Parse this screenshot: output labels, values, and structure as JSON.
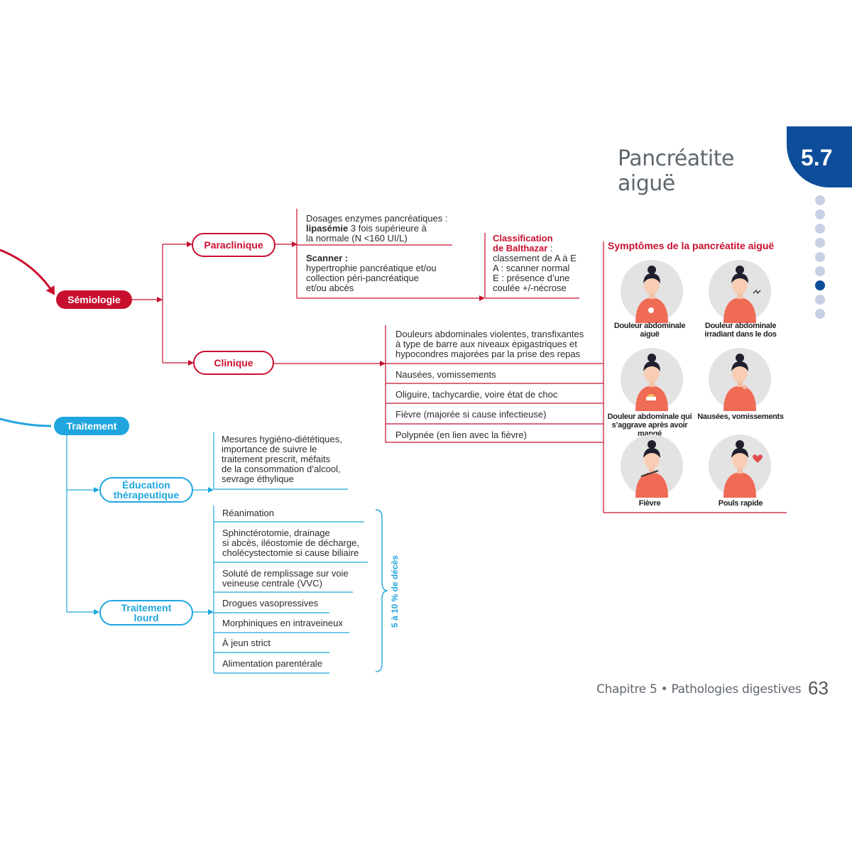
{
  "header": {
    "title": "Pancréatite aiguë",
    "section_number": "5.7",
    "nav_dots": 9,
    "active_dot": 6
  },
  "nodes": {
    "semiologie": "Sémiologie",
    "paraclinique": "Paraclinique",
    "clinique": "Clinique",
    "traitement": "Traitement",
    "education_line1": "Éducation",
    "education_line2": "thérapeutique",
    "lourd_line1": "Traitement",
    "lourd_line2": "lourd"
  },
  "paraclinique": {
    "dosage_line1": "Dosages enzymes pancréatiques :",
    "dosage_bold": "lipasémie",
    "dosage_line2_rest": " 3 fois supérieure à",
    "dosage_line3": "la normale (N <160 UI/L)",
    "scanner_title": "Scanner :",
    "scanner_line1": "hypertrophie pancréatique et/ou",
    "scanner_line2": "collection péri-pancréatique",
    "scanner_line3": "et/ou abcès",
    "balthazar_title1": "Classification",
    "balthazar_title2": "de Balthazar",
    "balthazar_colon": " :",
    "balthazar_line1": "classement de A à E",
    "balthazar_line2": "A : scanner normal",
    "balthazar_line3": "E : présence d’une",
    "balthazar_line4": "coulée +/-nécrose"
  },
  "clinique": {
    "items": [
      [
        "Douleurs abdominales violentes, transfixantes",
        "à type de barre aux niveaux épigastriques et",
        "hypocondres majorées par la prise des repas"
      ],
      [
        "Nausées, vomissements"
      ],
      [
        "Oliguire, tachycardie, voire état de choc"
      ],
      [
        "Fièvre (majorée si cause infectieuse)"
      ],
      [
        "Polypnée (en lien avec la fièvre)"
      ]
    ]
  },
  "symptoms": {
    "title": "Symptômes de la pancréatite aiguë",
    "items": [
      {
        "line1": "Douleur abdominale",
        "line2": "aiguë",
        "icon": "abdominal-pain-figure-icon"
      },
      {
        "line1": "Douleur abdominale",
        "line2": "irradiant dans le dos",
        "icon": "back-pain-figure-icon"
      },
      {
        "line1": "Douleur abdominale qui",
        "line2": "s’aggrave après avoir mangé",
        "icon": "eating-pain-figure-icon"
      },
      {
        "line1": "Nausées, vomissements",
        "line2": "",
        "icon": "nausea-figure-icon"
      },
      {
        "line1": "Fièvre",
        "line2": "",
        "icon": "fever-figure-icon"
      },
      {
        "line1": "Pouls rapide",
        "line2": "",
        "icon": "rapid-pulse-figure-icon"
      }
    ]
  },
  "education": {
    "lines": [
      "Mesures hygiéno-diététiques,",
      "importance de suivre le",
      "traitement prescrit, méfaits",
      "de la consommation d’alcool,",
      "sevrage éthylique"
    ]
  },
  "lourd": {
    "items": [
      [
        "Réanimation"
      ],
      [
        "Sphinctérotomie, drainage",
        "si abcès, iléostomie de décharge,",
        "cholécystectomie si cause biliaire"
      ],
      [
        "Soluté de remplissage sur voie",
        "veineuse centrale (VVC)"
      ],
      [
        "Drogues vasopressives"
      ],
      [
        "Morphiniques en intraveineux"
      ],
      [
        "À jeun strict"
      ],
      [
        "Alimentation parentérale"
      ]
    ],
    "mortality": "5 à 10 % de décès"
  },
  "footer": {
    "chapter": "Chapitre 5 • Pathologies digestives",
    "page_number": "63"
  },
  "colors": {
    "red": "#c8102e",
    "blue": "#1fa6de",
    "navy": "#0d4d9a",
    "figure": "#ef6b55",
    "circle": "#e3e3e3"
  }
}
